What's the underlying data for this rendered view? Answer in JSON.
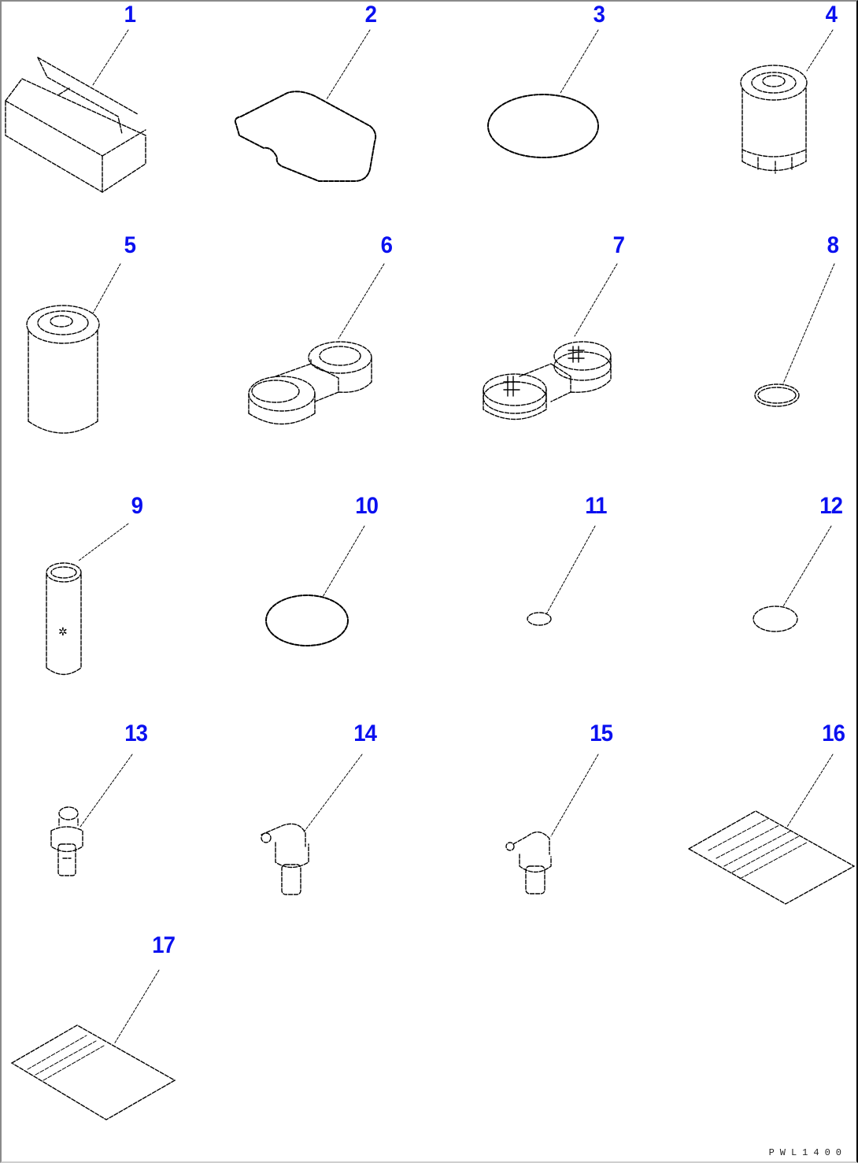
{
  "drawing": {
    "drawing_code": "PWL1400",
    "label_color": "#0a10f0",
    "line_color": "#000000"
  },
  "parts": [
    {
      "number": "1",
      "label": "1",
      "icon": "box-icon"
    },
    {
      "number": "2",
      "label": "2",
      "icon": "gasket-icon"
    },
    {
      "number": "3",
      "label": "3",
      "icon": "o-ring-icon"
    },
    {
      "number": "4",
      "label": "4",
      "icon": "oil-filter-icon"
    },
    {
      "number": "5",
      "label": "5",
      "icon": "filter-cartridge-icon"
    },
    {
      "number": "6",
      "label": "6",
      "icon": "filter-wrench-icon"
    },
    {
      "number": "7",
      "label": "7",
      "icon": "filter-wrench-icon"
    },
    {
      "number": "8",
      "label": "8",
      "icon": "o-ring-icon"
    },
    {
      "number": "9",
      "label": "9",
      "icon": "element-cylinder-icon"
    },
    {
      "number": "10",
      "label": "10",
      "icon": "o-ring-icon"
    },
    {
      "number": "11",
      "label": "11",
      "icon": "o-ring-icon"
    },
    {
      "number": "12",
      "label": "12",
      "icon": "o-ring-icon"
    },
    {
      "number": "13",
      "label": "13",
      "icon": "grease-fitting-icon"
    },
    {
      "number": "14",
      "label": "14",
      "icon": "elbow-grease-fitting-icon"
    },
    {
      "number": "15",
      "label": "15",
      "icon": "elbow-grease-fitting-icon"
    },
    {
      "number": "16",
      "label": "16",
      "icon": "manual-sheet-icon"
    },
    {
      "number": "17",
      "label": "17",
      "icon": "manual-sheet-icon"
    }
  ]
}
